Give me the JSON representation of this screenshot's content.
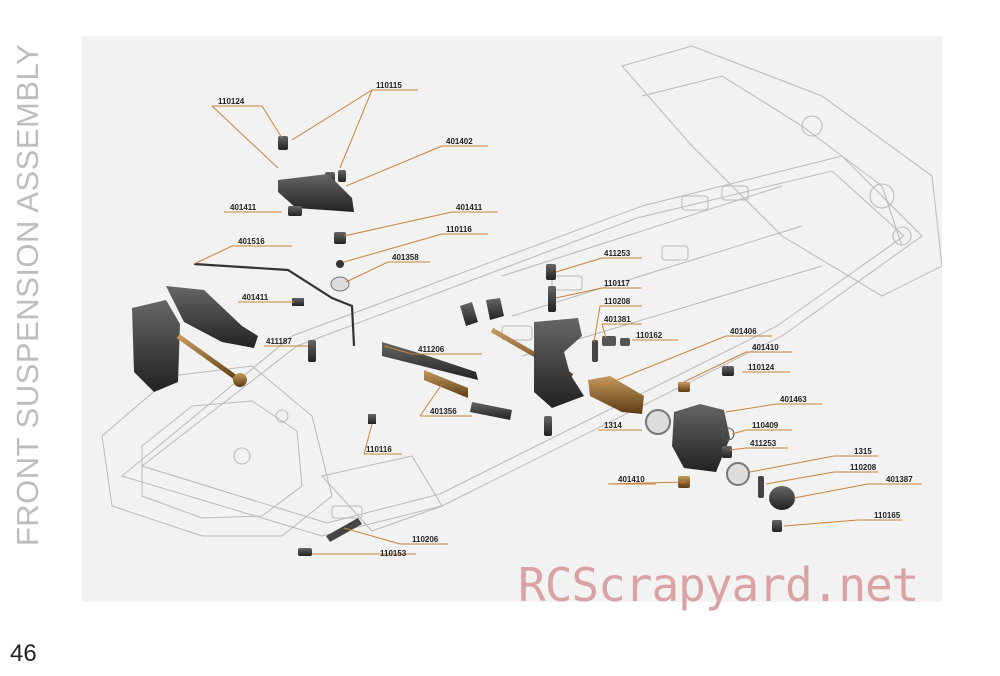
{
  "side_title": "FRONT SUSPENSION ASSEMBLY",
  "page_number": "46",
  "watermark": "RCScrapyard.net",
  "colors": {
    "accent_line": "#c8843c",
    "part_dark": "#3a3a3a",
    "part_bronze": "#8a5a24",
    "diagram_bg": "#f2f2f2",
    "watermark": "#d9a3a3"
  },
  "labels": [
    {
      "id": "l1",
      "text": "110124"
    },
    {
      "id": "l2",
      "text": "110115"
    },
    {
      "id": "l3",
      "text": "401402"
    },
    {
      "id": "l4",
      "text": "401411"
    },
    {
      "id": "l5",
      "text": "401411"
    },
    {
      "id": "l6",
      "text": "110116"
    },
    {
      "id": "l7",
      "text": "401516"
    },
    {
      "id": "l8",
      "text": "401358"
    },
    {
      "id": "l9",
      "text": "401411"
    },
    {
      "id": "l10",
      "text": "411187"
    },
    {
      "id": "l11",
      "text": "411253"
    },
    {
      "id": "l12",
      "text": "110117"
    },
    {
      "id": "l13",
      "text": "110208"
    },
    {
      "id": "l14",
      "text": "401381"
    },
    {
      "id": "l15",
      "text": "110162"
    },
    {
      "id": "l16",
      "text": "401406"
    },
    {
      "id": "l17",
      "text": "411206"
    },
    {
      "id": "l18",
      "text": "401356"
    },
    {
      "id": "l19",
      "text": "401410"
    },
    {
      "id": "l20",
      "text": "110124"
    },
    {
      "id": "l21",
      "text": "401463"
    },
    {
      "id": "l22",
      "text": "1314"
    },
    {
      "id": "l23",
      "text": "110409"
    },
    {
      "id": "l24",
      "text": "411253"
    },
    {
      "id": "l25",
      "text": "110116"
    },
    {
      "id": "l26",
      "text": "1315"
    },
    {
      "id": "l27",
      "text": "110208"
    },
    {
      "id": "l28",
      "text": "401410"
    },
    {
      "id": "l29",
      "text": "401387"
    },
    {
      "id": "l30",
      "text": "110165"
    },
    {
      "id": "l31",
      "text": "110206"
    },
    {
      "id": "l32",
      "text": "110153"
    }
  ]
}
